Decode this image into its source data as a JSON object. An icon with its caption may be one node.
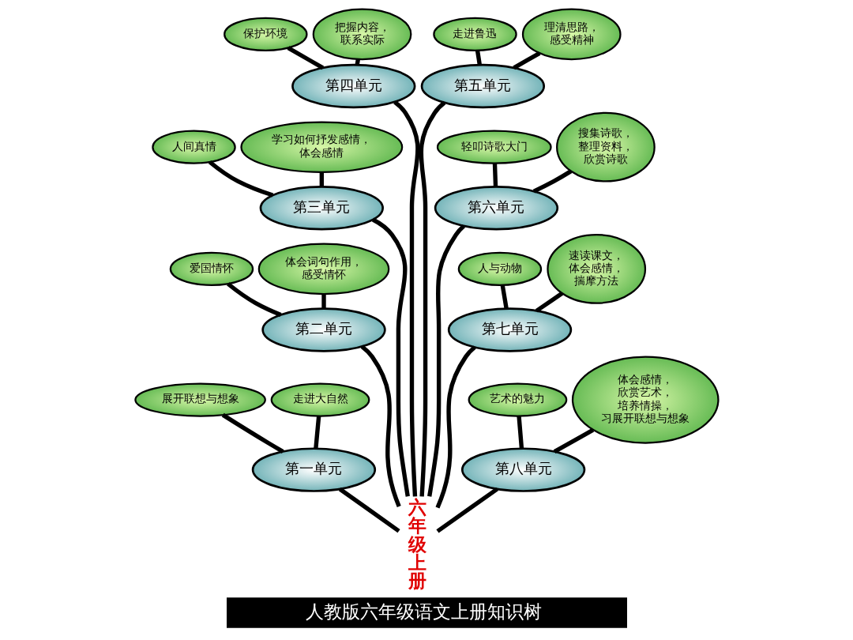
{
  "diagram": {
    "title": "人教版六年级语文上册知识树",
    "nodes": [
      {
        "text": [
          "六年级上册"
        ]
      },
      {
        "text": [
          "第一单元"
        ]
      },
      {
        "text": [
          "展开联想与想象"
        ]
      },
      {
        "text": [
          "走进大自然"
        ]
      },
      {
        "text": [
          "第二单元"
        ]
      },
      {
        "text": [
          "体会词句作用，感受情怀"
        ]
      },
      {
        "text": [
          "爱国情怀"
        ]
      },
      {
        "text": [
          "第三单元"
        ]
      },
      {
        "text": [
          "人间真情"
        ]
      },
      {
        "text": [
          "学习如何抒发感情，体会感情"
        ]
      },
      {
        "text": [
          "第四单元"
        ]
      },
      {
        "text": [
          "保护环境"
        ]
      },
      {
        "text": [
          "把握内容，联系实际"
        ]
      },
      {
        "text": [
          "第五单元"
        ]
      },
      {
        "text": [
          "走进鲁迅"
        ]
      },
      {
        "text": [
          "理清思路，感受精神"
        ]
      },
      {
        "text": [
          "第六单元"
        ]
      },
      {
        "text": [
          "轻叩诗歌大门"
        ]
      },
      {
        "text": [
          "搜集诗歌，整理资料，欣赏诗歌"
        ]
      },
      {
        "text": [
          "第七单元"
        ]
      },
      {
        "text": [
          "人与动物"
        ]
      },
      {
        "text": [
          "速读课文，体会感情，揣摩方法"
        ]
      },
      {
        "text": [
          "第八单元"
        ]
      },
      {
        "text": [
          "艺术的魅力"
        ]
      },
      {
        "text": [
          "体会感情，欣赏艺术，培养情操，习展开联想与想象"
        ]
      }
    ],
    "edges": [
      {
        "from": 0,
        "to": 1,
        "arrow": "none"
      },
      {
        "from": 1,
        "to": 2,
        "arrow": "none"
      },
      {
        "from": 1,
        "to": 3,
        "arrow": "none"
      },
      {
        "from": 0,
        "to": 4,
        "arrow": "none"
      },
      {
        "from": 4,
        "to": 5,
        "arrow": "none"
      },
      {
        "from": 4,
        "to": 6,
        "arrow": "none"
      },
      {
        "from": 0,
        "to": 7,
        "arrow": "none"
      },
      {
        "from": 7,
        "to": 8,
        "arrow": "none"
      },
      {
        "from": 7,
        "to": 9,
        "arrow": "none"
      },
      {
        "from": 0,
        "to": 10,
        "arrow": "none"
      },
      {
        "from": 10,
        "to": 11,
        "arrow": "none"
      },
      {
        "from": 10,
        "to": 12,
        "arrow": "none"
      },
      {
        "from": 0,
        "to": 13,
        "arrow": "none"
      },
      {
        "from": 13,
        "to": 14,
        "arrow": "none"
      },
      {
        "from": 13,
        "to": 15,
        "arrow": "none"
      },
      {
        "from": 0,
        "to": 16,
        "arrow": "none"
      },
      {
        "from": 16,
        "to": 17,
        "arrow": "none"
      },
      {
        "from": 16,
        "to": 18,
        "arrow": "none"
      },
      {
        "from": 0,
        "to": 19,
        "arrow": "none"
      },
      {
        "from": 19,
        "to": 20,
        "arrow": "none"
      },
      {
        "from": 19,
        "to": 21,
        "arrow": "none"
      },
      {
        "from": 0,
        "to": 22,
        "arrow": "none"
      },
      {
        "from": 22,
        "to": 23,
        "arrow": "none"
      },
      {
        "from": 22,
        "to": 24,
        "arrow": "none"
      }
    ]
  }
}
